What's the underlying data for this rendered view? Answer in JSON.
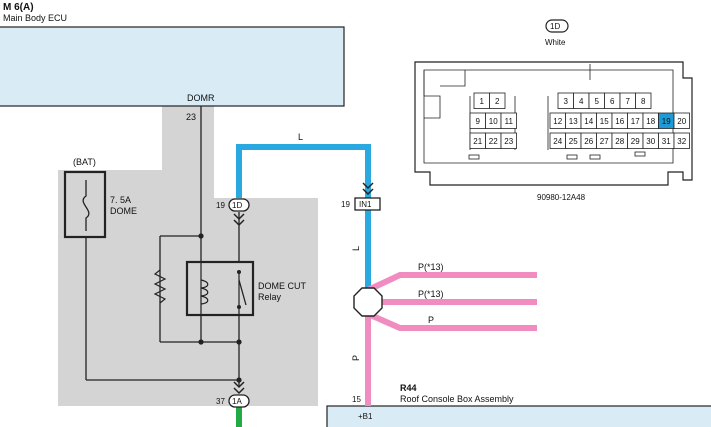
{
  "ecu": {
    "code": "M 6(A)",
    "name": "Main Body ECU",
    "terminal": "DOMR",
    "pin": "23"
  },
  "fuse": {
    "source": "(BAT)",
    "rating": "7. 5A",
    "name": "DOME"
  },
  "relay": {
    "name": "DOME CUT",
    "type": "Relay"
  },
  "connectors": {
    "c1d_pin": "19",
    "c1d_label": "1D",
    "in1_pin": "19",
    "in1_label": "IN1",
    "c1a_pin": "37",
    "c1a_label": "1A"
  },
  "wires": {
    "l_top": "L",
    "l_vert": "L",
    "p1": "P(*13)",
    "p2": "P(*13)",
    "p3": "P",
    "p_vert": "P"
  },
  "roof": {
    "code": "R44",
    "name": "Roof Console Box Assembly",
    "pin": "15",
    "terminal": "+B1"
  },
  "connector_view": {
    "code": "1D",
    "color": "White",
    "part_number": "90980-12A48",
    "highlight_pin": "19",
    "pins_row1_left": [
      "1",
      "2"
    ],
    "pins_row1_right": [
      "3",
      "4",
      "5",
      "6",
      "7",
      "8"
    ],
    "pins_row2_left": [
      "9",
      "10",
      "11"
    ],
    "pins_row2_right": [
      "12",
      "13",
      "14",
      "15",
      "16",
      "17",
      "18",
      "19",
      "20"
    ],
    "pins_row3_left": [
      "21",
      "22",
      "23"
    ],
    "pins_row3_right": [
      "24",
      "25",
      "26",
      "27",
      "28",
      "29",
      "30",
      "31",
      "32"
    ]
  },
  "colors": {
    "wire_L": "#2aa8e0",
    "wire_P": "#f08cc0",
    "wire_G": "#22aa44",
    "box": "#d9ecf6",
    "shade": "#d4d4d4",
    "pin_highlight": "#1e9ad6"
  }
}
